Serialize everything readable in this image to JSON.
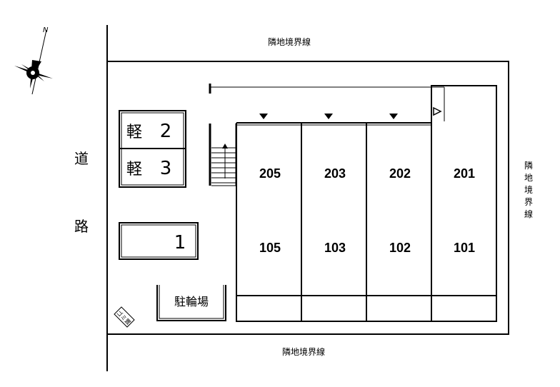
{
  "compass": {
    "north_label": "N",
    "icon": "compass-rose-icon"
  },
  "boundaries": {
    "top": "隣地境界線",
    "bottom": "隣地境界線",
    "right": [
      "隣",
      "地",
      "境",
      "界",
      "線"
    ]
  },
  "road": [
    "道",
    "路"
  ],
  "parking": {
    "kei": [
      {
        "kind": "軽",
        "number": "2"
      },
      {
        "kind": "軽",
        "number": "3"
      }
    ],
    "regular": {
      "number": "1"
    }
  },
  "bike_parking": "駐輪場",
  "garbage": "ゴミ置",
  "units_upper": [
    "205",
    "203",
    "202",
    "201"
  ],
  "units_lower": [
    "105",
    "103",
    "102",
    "101"
  ]
}
